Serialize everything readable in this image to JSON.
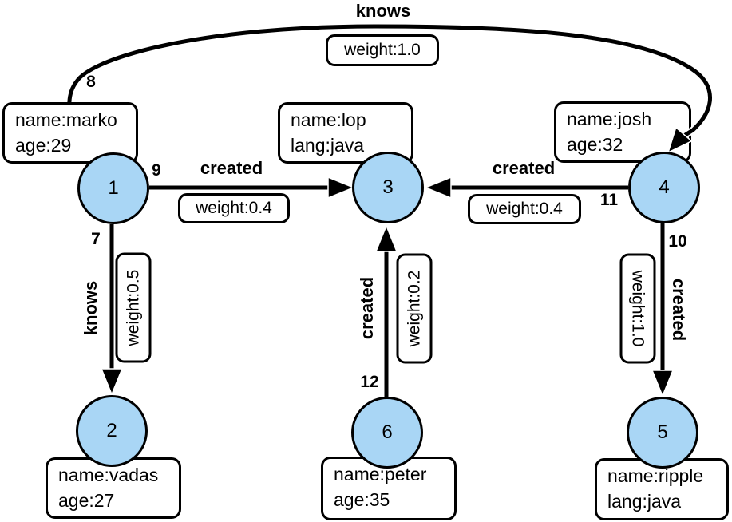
{
  "colors": {
    "node_fill": "#A9D6F5",
    "stroke": "#000000",
    "box_background": "#FFFFFF",
    "background": "#FFFFFF"
  },
  "nodes": [
    {
      "id": "1",
      "props": [
        "name:marko",
        "age:29"
      ]
    },
    {
      "id": "2",
      "props": [
        "name:vadas",
        "age:27"
      ]
    },
    {
      "id": "3",
      "props": [
        "name:lop",
        "lang:java"
      ]
    },
    {
      "id": "4",
      "props": [
        "name:josh",
        "age:32"
      ]
    },
    {
      "id": "5",
      "props": [
        "name:ripple",
        "lang:java"
      ]
    },
    {
      "id": "6",
      "props": [
        "name:peter",
        "age:35"
      ]
    }
  ],
  "edges": [
    {
      "id": "7",
      "label": "knows",
      "weight": "weight:0.5",
      "from": "1",
      "to": "2"
    },
    {
      "id": "8",
      "label": "knows",
      "weight": "weight:1.0",
      "from": "1",
      "to": "4"
    },
    {
      "id": "9",
      "label": "created",
      "weight": "weight:0.4",
      "from": "1",
      "to": "3"
    },
    {
      "id": "10",
      "label": "created",
      "weight": "weight:1.0",
      "from": "4",
      "to": "5"
    },
    {
      "id": "11",
      "label": "created",
      "weight": "weight:0.4",
      "from": "4",
      "to": "3"
    },
    {
      "id": "12",
      "label": "created",
      "weight": "weight:0.2",
      "from": "6",
      "to": "3"
    }
  ]
}
